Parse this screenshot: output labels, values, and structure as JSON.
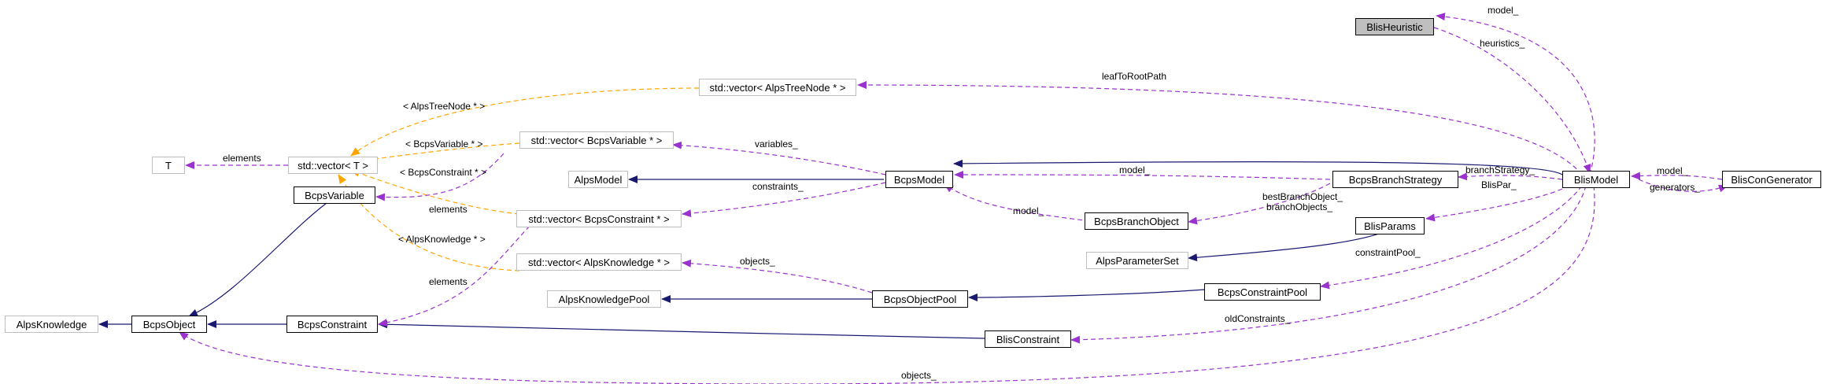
{
  "colors": {
    "inheritance": "#191970",
    "usage": "#9a32cd",
    "template": "#ffa500",
    "node_border": "#000000",
    "external_border": "#bfbfbf",
    "focus_fill": "#bfbfbf"
  },
  "nodes": {
    "blis_heuristic": "BlisHeuristic",
    "vector_alps_tree_node": "std::vector< AlpsTreeNode * >",
    "vector_bcps_variable": "std::vector< BcpsVariable * >",
    "t": "T",
    "vector_t": "std::vector< T >",
    "alps_model": "AlpsModel",
    "bcps_model": "BcpsModel",
    "bcps_branch_strategy": "BcpsBranchStrategy",
    "blis_model": "BlisModel",
    "blis_con_generator": "BlisConGenerator",
    "vector_bcps_constraint": "std::vector< BcpsConstraint * >",
    "bcps_branch_object": "BcpsBranchObject",
    "bcps_variable": "BcpsVariable",
    "blis_params": "BlisParams",
    "alps_parameter_set": "AlpsParameterSet",
    "vector_alps_knowledge": "std::vector< AlpsKnowledge * >",
    "bcps_constraint_pool": "BcpsConstraintPool",
    "alps_knowledge_pool": "AlpsKnowledgePool",
    "bcps_object_pool": "BcpsObjectPool",
    "alps_knowledge": "AlpsKnowledge",
    "bcps_object": "BcpsObject",
    "bcps_constraint": "BcpsConstraint",
    "blis_constraint": "BlisConstraint"
  },
  "edge_labels": {
    "model_top": "model_",
    "heuristics": "heuristics_",
    "leaf_to_root_path": "leafToRootPath",
    "alps_tree_node_param": "< AlpsTreeNode * >",
    "bcps_variable_param": "< BcpsVariable * >",
    "bcps_constraint_param": "< BcpsConstraint * >",
    "alps_knowledge_param": "< AlpsKnowledge * >",
    "variables": "variables_",
    "elements_t": "elements",
    "constraints": "constraints_",
    "model_branch": "model_",
    "branch_strategy": "branchStrategy_",
    "blis_par": "BlisPar_",
    "model_gen": "model_",
    "generators": "generators_",
    "elements_var": "elements",
    "model_obj": "model_",
    "best_branch_object": "bestBranchObject_",
    "branch_objects": "branchObjects_",
    "objects_pool": "objects_",
    "constraint_pool": "constraintPool_",
    "elements_con": "elements",
    "old_constraints": "oldConstraints_",
    "objects_bottom": "objects_"
  }
}
